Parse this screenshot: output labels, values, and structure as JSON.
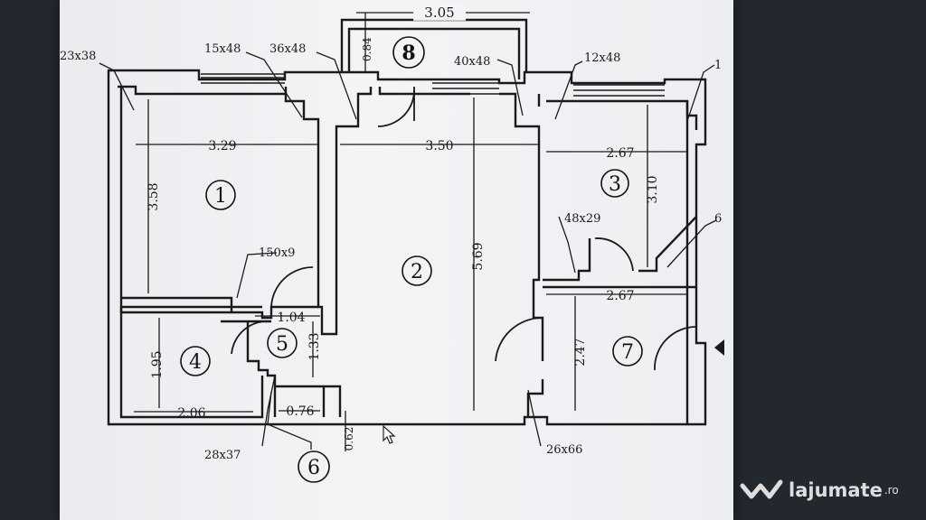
{
  "rooms": [
    {
      "num": "1"
    },
    {
      "num": "2"
    },
    {
      "num": "3"
    },
    {
      "num": "4"
    },
    {
      "num": "5"
    },
    {
      "num": "6"
    },
    {
      "num": "7"
    },
    {
      "num": "8"
    }
  ],
  "dimensions": {
    "balcony_width": "3.05",
    "balcony_depth": "0.84",
    "room1_width": "3.29",
    "room1_depth": "3.58",
    "room2_width": "3.50",
    "room2_depth": "5.69",
    "room3_width": "2.67",
    "room3_depth": "3.10",
    "room7_width": "2.67",
    "room7_depth": "2.47",
    "room4_width": "2.06",
    "room4_depth": "1.95",
    "room5_width": "1.04",
    "room5_depth": "1.33",
    "room6_width": "0.76",
    "room6_depth": "0.62"
  },
  "callouts": {
    "c_23x38": "23x38",
    "c_15x48": "15x48",
    "c_36x48": "36x48",
    "c_40x48": "40x48",
    "c_12x48": "12x48",
    "c_48x29": "48x29",
    "c_150x9": "150x9",
    "c_28x37": "28x37",
    "c_26x66": "26x66",
    "c_edge_1": "1",
    "c_edge_6": "6"
  },
  "watermark": {
    "brand": "lajumate",
    "tld": ".ro"
  }
}
